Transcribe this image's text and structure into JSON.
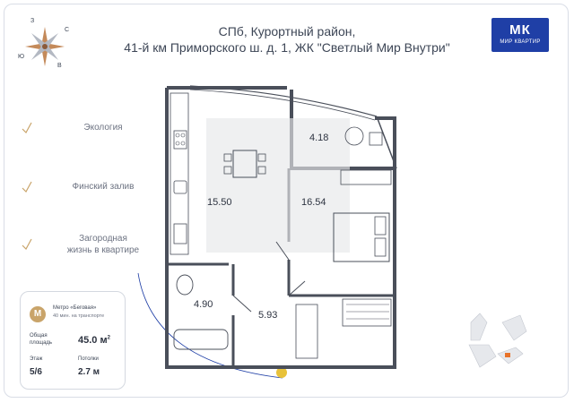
{
  "header": {
    "line1": "СПб, Курортный район,",
    "line2": "41-й км Приморского ш. д. 1, ЖК \"Светлый Мир Внутри\""
  },
  "logo": {
    "mark": "МК",
    "sub": "МИР КВАРТИР"
  },
  "compass": {
    "n": "С",
    "s": "Ю",
    "e": "В",
    "w": "З"
  },
  "features": [
    {
      "lines": [
        "Экология"
      ]
    },
    {
      "lines": [
        "Финский залив"
      ]
    },
    {
      "lines": [
        "Загородная",
        "жизнь в квартире"
      ]
    }
  ],
  "info": {
    "metro_icon": "M",
    "metro_name": "Метро «Беговая»",
    "metro_time": "40 мин. на транспорте",
    "area_label_1": "Общая",
    "area_label_2": "площадь",
    "area_value": "45.0 м",
    "area_unit_sup": "2",
    "floor_label": "Этаж",
    "floor_value": "5/6",
    "ceiling_label": "Потолки",
    "ceiling_value": "2.7 м"
  },
  "rooms": {
    "kitchen": "15.50",
    "living": "16.54",
    "balcony": "4.18",
    "bathroom": "4.90",
    "hall": "5.93"
  },
  "colors": {
    "accent_blue": "#1f3fa6",
    "gold": "#c9a46a",
    "wall": "#4a4f5a",
    "orange": "#e8732a"
  }
}
